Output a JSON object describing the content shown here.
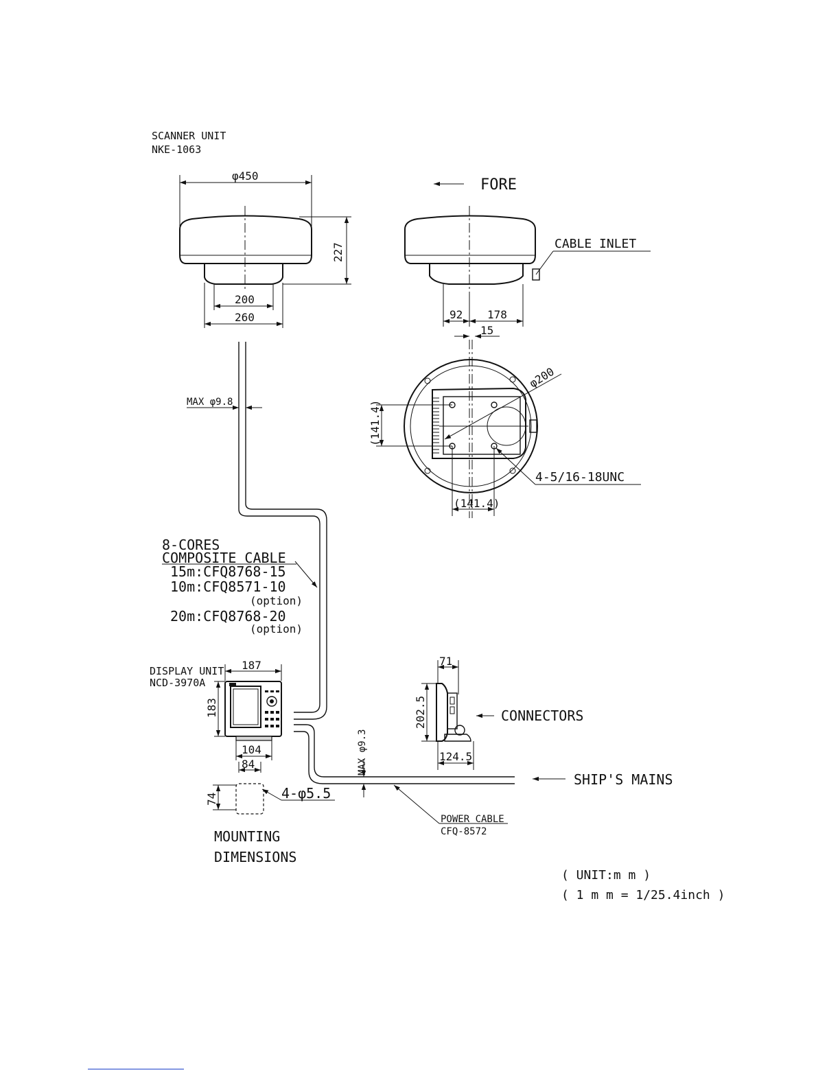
{
  "scanner": {
    "title": "SCANNER UNIT",
    "model": "NKE-1063",
    "dia_450": "φ450",
    "height_227": "227",
    "base_200": "200",
    "base_260": "260",
    "fore": "FORE",
    "cable_inlet": "CABLE INLET",
    "dim_92": "92",
    "dim_178": "178",
    "dim_15": "15",
    "dia_200": "φ200",
    "hole_141_v": "(141.4)",
    "hole_141_h": "(141.4)",
    "bolts": "4-5/16-18UNC",
    "max_cable": "MAX φ9.8"
  },
  "cable": {
    "line1": "8-CORES",
    "line2": "COMPOSITE CABLE",
    "opt1": "15m:CFQ8768-15",
    "opt2": "10m:CFQ8571-10",
    "opt2_note": "(option)",
    "opt3": "20m:CFQ8768-20",
    "opt3_note": "(option)"
  },
  "display": {
    "title": "DISPLAY UNIT",
    "model": "NCD-3970A",
    "width_187": "187",
    "height_183": "183",
    "base_104": "104",
    "base_84": "84",
    "depth_74": "74",
    "holes": "4-φ5.5",
    "mounting_1": "MOUNTING",
    "mounting_2": "DIMENSIONS"
  },
  "side": {
    "depth_71": "71",
    "height_202": "202.5",
    "base_124": "124.5",
    "connectors": "CONNECTORS"
  },
  "power": {
    "max_cable": "MAX φ9.3",
    "ships_mains": "SHIP'S MAINS",
    "cable_label": "POWER CABLE",
    "cable_model": "CFQ-8572"
  },
  "units": {
    "unit": "( UNIT:m m )",
    "conversion": "( 1 m m = 1/25.4inch )"
  }
}
